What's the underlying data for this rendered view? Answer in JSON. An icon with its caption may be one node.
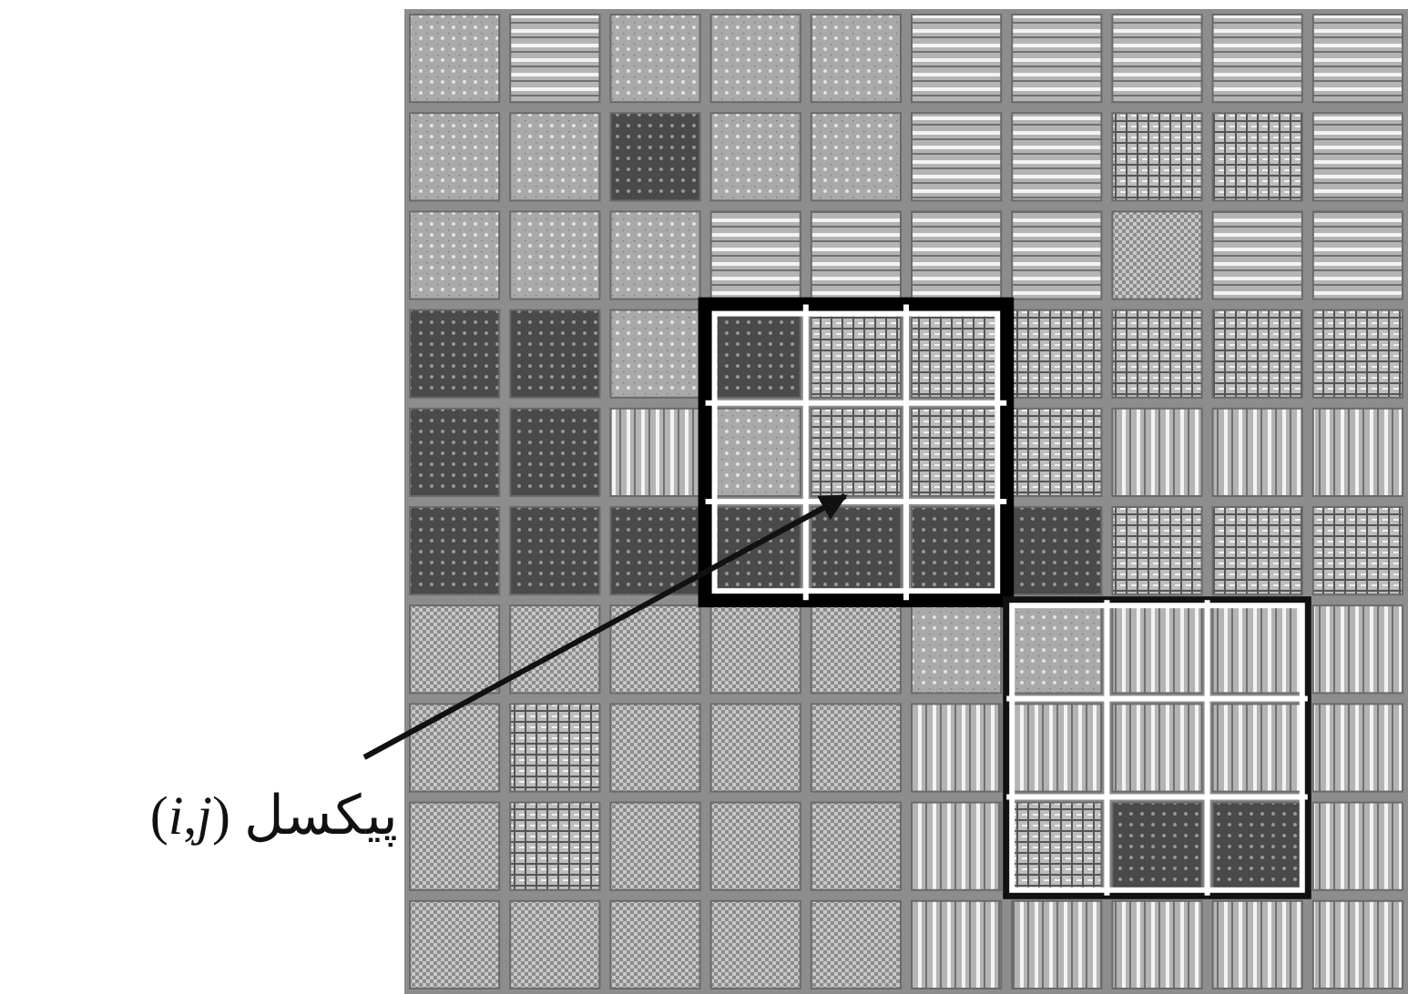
{
  "diagram": {
    "nodes": [
      {
        "text": [
          "پیکسل (*i*,*j*)"
        ]
      },
      {
        "text": [],
        "shape": "box"
      }
    ],
    "edges": [
      {
        "from": 0,
        "to": 1,
        "arrow": "to"
      }
    ]
  }
}
